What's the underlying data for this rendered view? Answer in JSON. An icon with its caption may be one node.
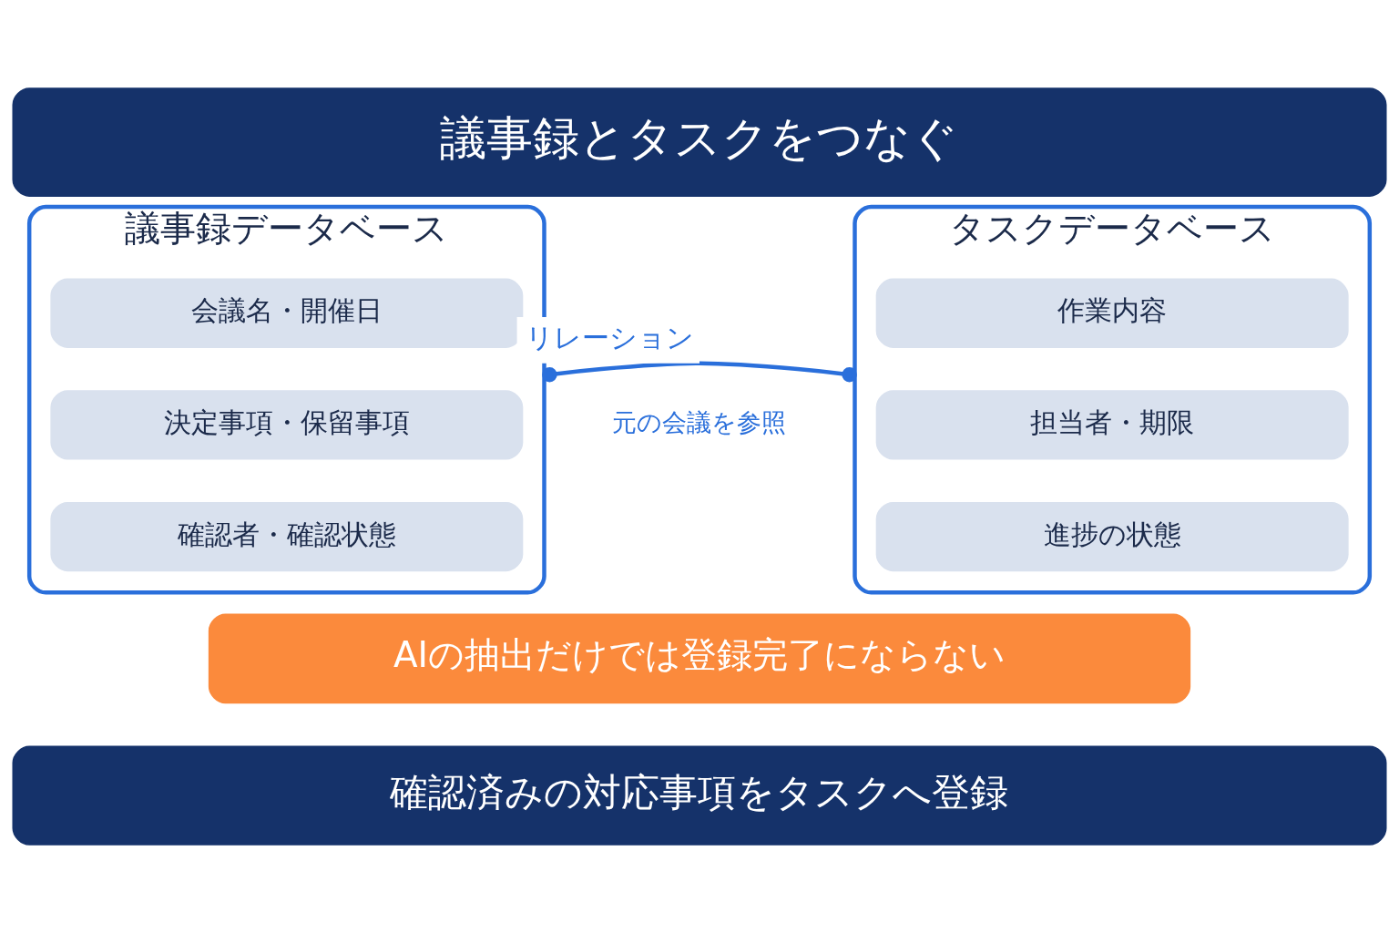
{
  "diagram": {
    "nodes": [
      {
        "text": [
          "議事録とタスクをつなぐ"
        ]
      },
      {
        "text": [
          "議事録データベース"
        ]
      },
      {
        "text": [
          "会議名・開催日"
        ],
        "in": 1
      },
      {
        "text": [
          "決定事項・保留事項"
        ],
        "in": 1
      },
      {
        "text": [
          "確認者・確認状態"
        ],
        "in": 1
      },
      {
        "text": [
          "タスクデータベース"
        ]
      },
      {
        "text": [
          "作業内容"
        ],
        "in": 5
      },
      {
        "text": [
          "担当者・期限"
        ],
        "in": 5
      },
      {
        "text": [
          "進捗の状態"
        ],
        "in": 5
      },
      {
        "text": [
          "AIの抽出だけでは登録完了にならない"
        ]
      },
      {
        "text": [
          "確認済みの対応事項をタスクへ登録"
        ]
      }
    ],
    "edges": [
      {
        "from": 1,
        "to": 5,
        "arrow": "other",
        "label": "リレーション"
      }
    ],
    "labels": [
      "元の会議を参照"
    ]
  }
}
